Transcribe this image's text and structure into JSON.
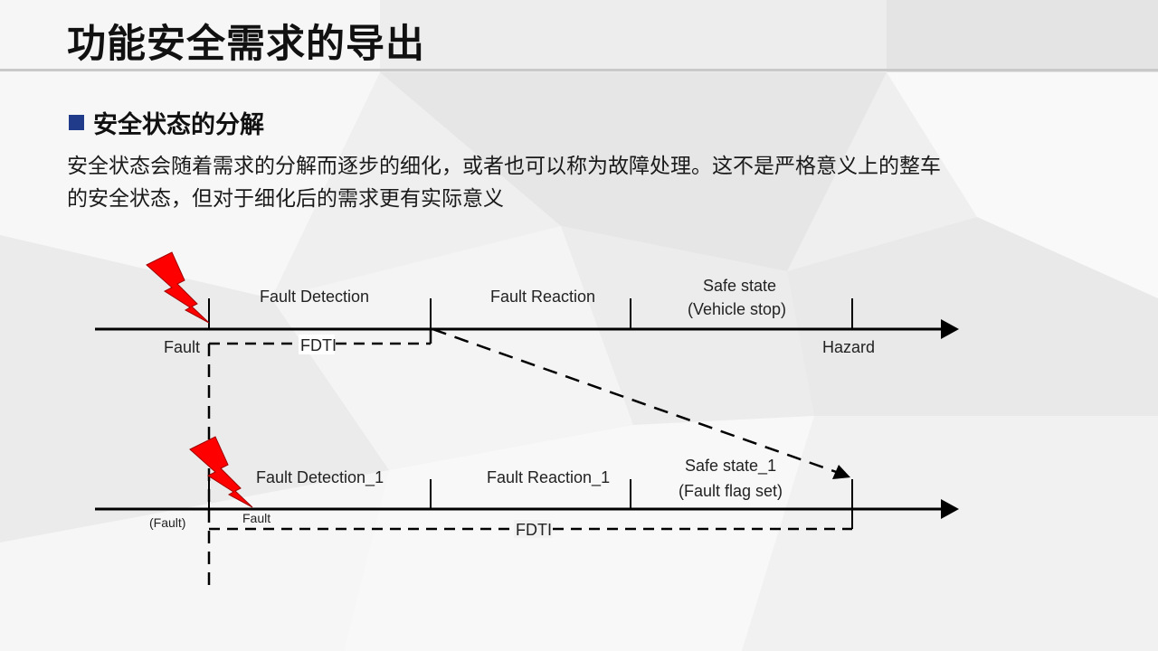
{
  "title": "功能安全需求的导出",
  "section": {
    "heading": "安全状态的分解",
    "description_lines": [
      "安全状态会随着需求的分解而逐步的细化，或者也可以称为故障处理。这不是严格意义上的整车",
      "的安全状态，但对于细化后的需求更有实际意义"
    ]
  },
  "diagram": {
    "timeline_top": {
      "fault": "Fault",
      "fault_detection": "Fault Detection",
      "fault_reaction": "Fault Reaction",
      "safe_state_line1": "Safe state",
      "safe_state_line2": "(Vehicle stop)",
      "hazard": "Hazard",
      "fdti": "FDTI"
    },
    "timeline_bottom": {
      "fault_paren": "(Fault)",
      "fault": "Fault",
      "fault_detection": "Fault Detection_1",
      "fault_reaction": "Fault Reaction_1",
      "safe_state_line1": "Safe state_1",
      "safe_state_line2": "(Fault flag set)",
      "fdti": "FDTI"
    },
    "colors": {
      "lightning": "#ff0000",
      "accent": "#1f3b8a"
    }
  }
}
